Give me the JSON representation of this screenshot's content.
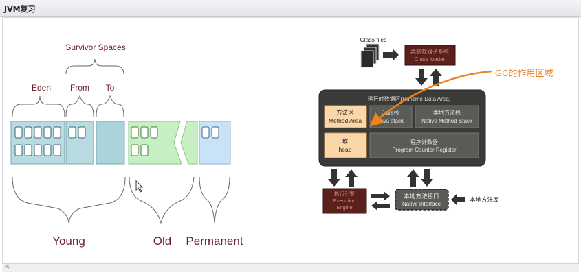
{
  "window": {
    "title": "JVM复习"
  },
  "heap": {
    "survivor_label": "Survivor Spaces",
    "eden_label": "Eden",
    "from_label": "From",
    "to_label": "To",
    "young_label": "Young",
    "old_label": "Old",
    "permanent_label": "Permanent"
  },
  "runtime": {
    "class_files": "Class files",
    "class_loader_cn": "类装载器子系统",
    "class_loader_en": "Class loader",
    "gc_label": "GC的作用区域",
    "runtime_area": "运行时数据区(Runtime Data Area)",
    "method_area_cn": "方法区",
    "method_area_en": "Method Area",
    "java_stack_cn": "Java栈",
    "java_stack_en": "Java stack",
    "native_stack_cn": "本地方法栈",
    "native_stack_en": "Native Method Stack",
    "heap_cn": "堆",
    "heap_en": "heap",
    "pc_cn": "程序计数器",
    "pc_en": "Program Counter Register",
    "exec_cn": "执行引擎",
    "exec_en1": "Execution",
    "exec_en2": "Engine",
    "native_if_cn": "本地方法接口",
    "native_if_en": "Native Interface",
    "native_lib": "本地方法库"
  },
  "colors": {
    "eden": "#b7dbe0",
    "old": "#c6efc4",
    "permanent": "#c8e3f7",
    "runtime_bg": "#3a3a38",
    "box_dark": "#5a5a57",
    "highlight": "#fbd6a8",
    "loader": "#5b1f1c",
    "gc_orange": "#f0821e",
    "label_maroon": "#6b1e2a"
  }
}
